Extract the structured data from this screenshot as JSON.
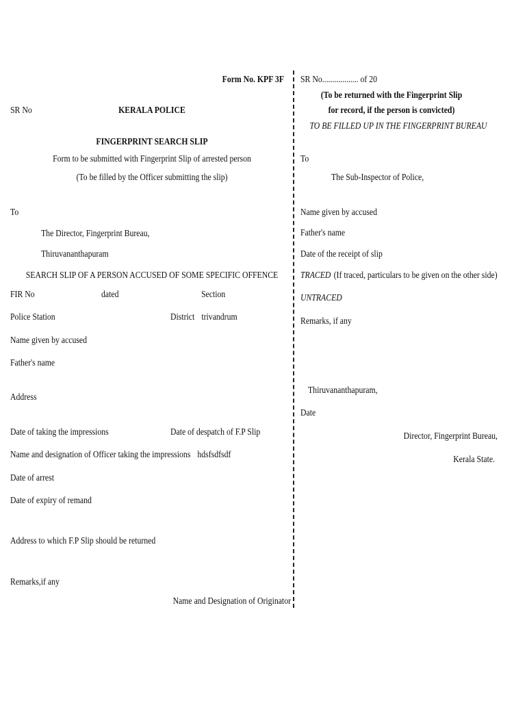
{
  "left": {
    "form_no": "Form No. KPF 3F",
    "sr_no": "SR No",
    "org": "KERALA POLICE",
    "title": "FINGERPRINT SEARCH SLIP",
    "subtitle": "Form to be submitted with Fingerprint Slip of arrested person",
    "note": "(To be filled by the Officer submitting the slip)",
    "to": "To",
    "addressee": "The Director, Fingerprint Bureau,",
    "city": "Thiruvananthapuram",
    "heading": "SEARCH SLIP OF A PERSON ACCUSED OF SOME SPECIFIC OFFENCE",
    "fir_no": "FIR No",
    "dated": "dated",
    "section": "Section",
    "police_station": "Police Station",
    "district_label": "District",
    "district_value": "trivandrum",
    "name_accused": "Name given by accused",
    "fathers_name": "Father's name",
    "address": "Address",
    "date_impressions": "Date of taking the impressions",
    "date_despatch": "Date of despatch of F.P Slip",
    "officer_label": "Name and designation of Officer taking the impressions",
    "officer_value": "hdsfsdfsdf",
    "date_arrest": "Date of arrest",
    "date_expiry": "Date of expiry of remand",
    "return_address": "Address to which F.P Slip should be returned",
    "remarks": "Remarks,if any",
    "originator": "Name and Designation of Originator"
  },
  "right": {
    "sr_no": "SR No.................. of 20",
    "return_note_1": "(To be returned with the Fingerprint Slip",
    "return_note_2": "for record, if the person is convicted)",
    "bureau_note": "TO BE FILLED UP IN THE FINGERPRINT BUREAU",
    "to": "To",
    "addressee": "The Sub-Inspector of Police,",
    "name_accused": "Name given by accused",
    "fathers_name": "Father's name",
    "date_receipt": "Date of the receipt of slip",
    "traced": "TRACED",
    "traced_note": "(If traced, particulars to be given on the other side)",
    "untraced": "UNTRACED",
    "remarks": "Remarks, if any",
    "city": "Thiruvananthapuram,",
    "date": "Date",
    "signatory": "Director, Fingerprint Bureau,",
    "state": "Kerala State."
  }
}
